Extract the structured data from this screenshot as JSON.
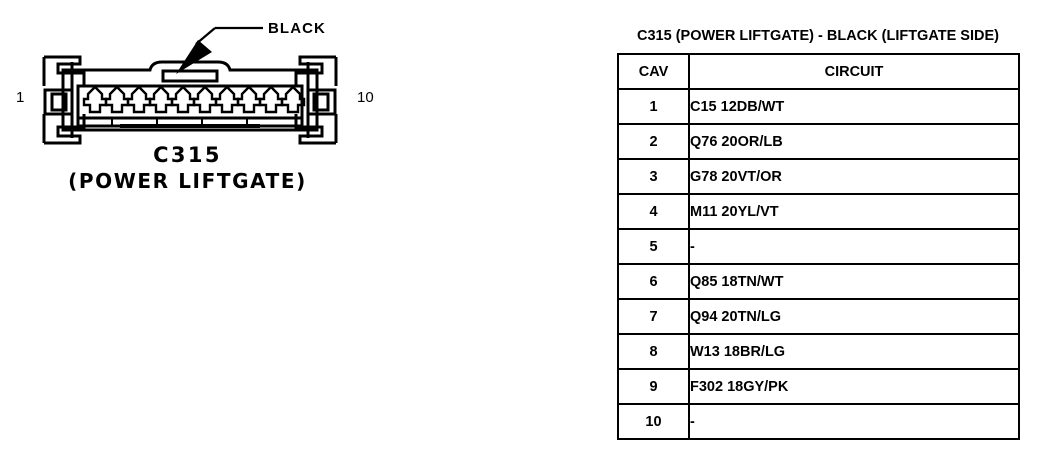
{
  "connector": {
    "pin_first_label": "1",
    "pin_last_label": "10",
    "color_callout": "BLACK",
    "caption_line1": "C315",
    "caption_line2": "(POWER LIFTGATE)",
    "cavity_count": 10
  },
  "table": {
    "title": "C315 (POWER LIFTGATE) - BLACK (LIFTGATE SIDE)",
    "columns": [
      "CAV",
      "CIRCUIT"
    ],
    "rows": [
      {
        "cav": "1",
        "circuit": "C15  12DB/WT"
      },
      {
        "cav": "2",
        "circuit": "Q76  20OR/LB"
      },
      {
        "cav": "3",
        "circuit": "G78  20VT/OR"
      },
      {
        "cav": "4",
        "circuit": "M11  20YL/VT"
      },
      {
        "cav": "5",
        "circuit": "-"
      },
      {
        "cav": "6",
        "circuit": "Q85  18TN/WT"
      },
      {
        "cav": "7",
        "circuit": "Q94  20TN/LG"
      },
      {
        "cav": "8",
        "circuit": "W13  18BR/LG"
      },
      {
        "cav": "9",
        "circuit": "F302  18GY/PK"
      },
      {
        "cav": "10",
        "circuit": "-"
      }
    ]
  },
  "colors": {
    "ink": "#000000",
    "paper": "#ffffff"
  }
}
